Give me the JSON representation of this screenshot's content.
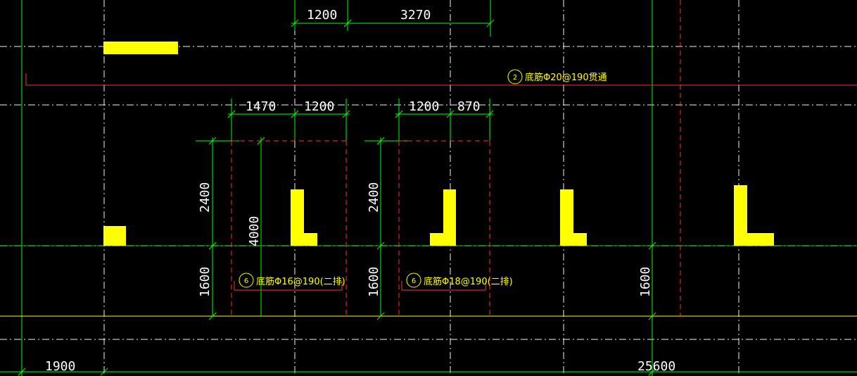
{
  "dimensions": {
    "top": [
      "1200",
      "3270"
    ],
    "left_pair": [
      "1470",
      "1200"
    ],
    "right_pair": [
      "1200",
      "870"
    ],
    "vertical_left": [
      "2400",
      "1600"
    ],
    "vertical_mid": [
      "4000"
    ],
    "vertical_right": [
      "2400",
      "1600"
    ],
    "vertical_far": [
      "1600"
    ],
    "bottom": [
      "1900",
      "25600"
    ]
  },
  "annotations": {
    "top_rebar": {
      "marker": "2",
      "text": "底筋Φ20@190贯通"
    },
    "left_rebar": {
      "marker": "6",
      "text": "底筋Φ16@190(二排)"
    },
    "right_rebar": {
      "marker": "6",
      "text": "底筋Φ18@190(二排)"
    }
  },
  "colors": {
    "background": "#000000",
    "grid": "#ffffff",
    "dimension": "#00ff00",
    "rebar_line": "#ff3333",
    "wall": "#ffff00",
    "text": "#ffffff",
    "annotation": "#ffff00"
  }
}
